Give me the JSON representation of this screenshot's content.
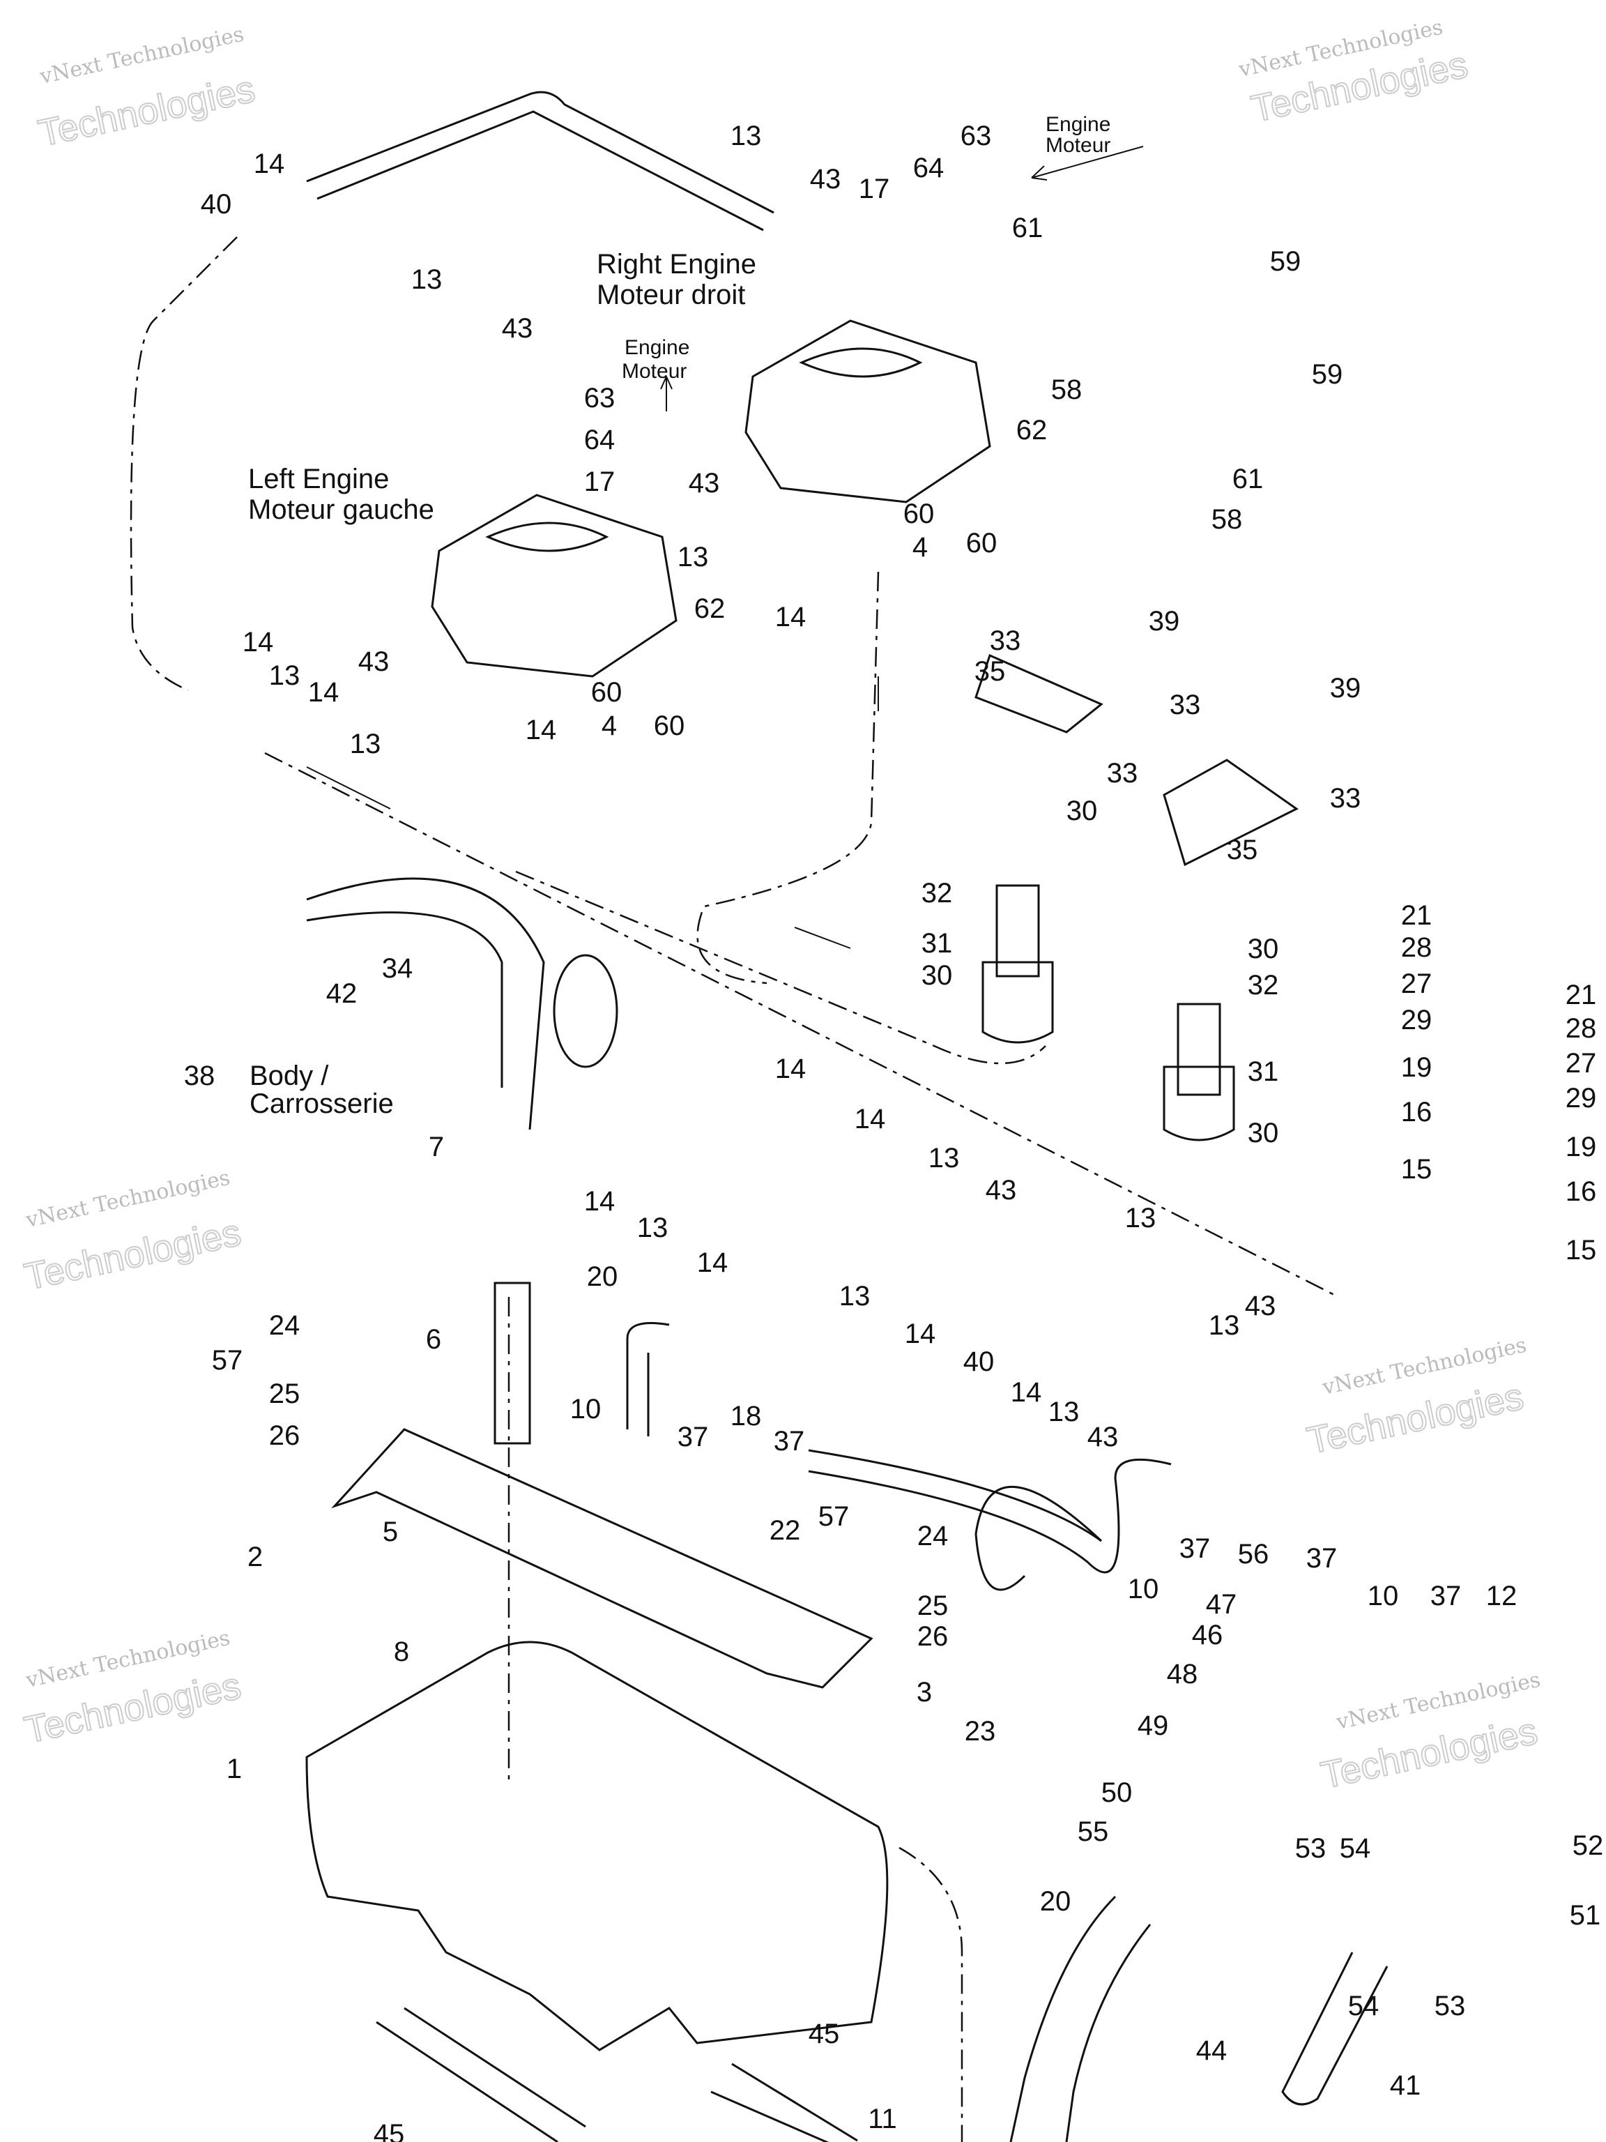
{
  "diagram": {
    "annotations": {
      "engine_top": [
        "Engine",
        "Moteur"
      ],
      "engine_mid": [
        "Engine",
        "Moteur"
      ],
      "right_engine": [
        "Right Engine",
        "Moteur droit"
      ],
      "left_engine": [
        "Left Engine",
        "Moteur gauche"
      ],
      "body": [
        "Body /",
        "Carrosserie"
      ]
    },
    "watermark": [
      "vNext Technologies",
      "vNext",
      "Technologies"
    ],
    "part_labels": [
      "13",
      "63",
      "14",
      "43",
      "17",
      "64",
      "40",
      "61",
      "59",
      "13",
      "43",
      "58",
      "59",
      "63",
      "64",
      "62",
      "17",
      "43",
      "61",
      "60",
      "4",
      "60",
      "58",
      "13",
      "62",
      "14",
      "14",
      "13",
      "14",
      "33",
      "39",
      "35",
      "33",
      "39",
      "43",
      "60",
      "4",
      "60",
      "13",
      "14",
      "33",
      "33",
      "30",
      "35",
      "32",
      "21",
      "28",
      "27",
      "34",
      "31",
      "30",
      "42",
      "32",
      "30",
      "21",
      "28",
      "29",
      "27",
      "38",
      "19",
      "14",
      "31",
      "29",
      "14",
      "16",
      "30",
      "7",
      "13",
      "19",
      "14",
      "43",
      "15",
      "16",
      "13",
      "13",
      "20",
      "14",
      "43",
      "15",
      "13",
      "13",
      "24",
      "57",
      "6",
      "14",
      "40",
      "25",
      "10",
      "18",
      "37",
      "37",
      "14",
      "13",
      "43",
      "26",
      "22",
      "57",
      "24",
      "5",
      "2",
      "37",
      "56",
      "37",
      "10",
      "37",
      "12",
      "10",
      "25",
      "47",
      "46",
      "26",
      "8",
      "48",
      "3",
      "49",
      "23",
      "1",
      "50",
      "55",
      "53",
      "54",
      "52",
      "20",
      "51",
      "54",
      "53",
      "44",
      "45",
      "41",
      "45",
      "11"
    ]
  }
}
